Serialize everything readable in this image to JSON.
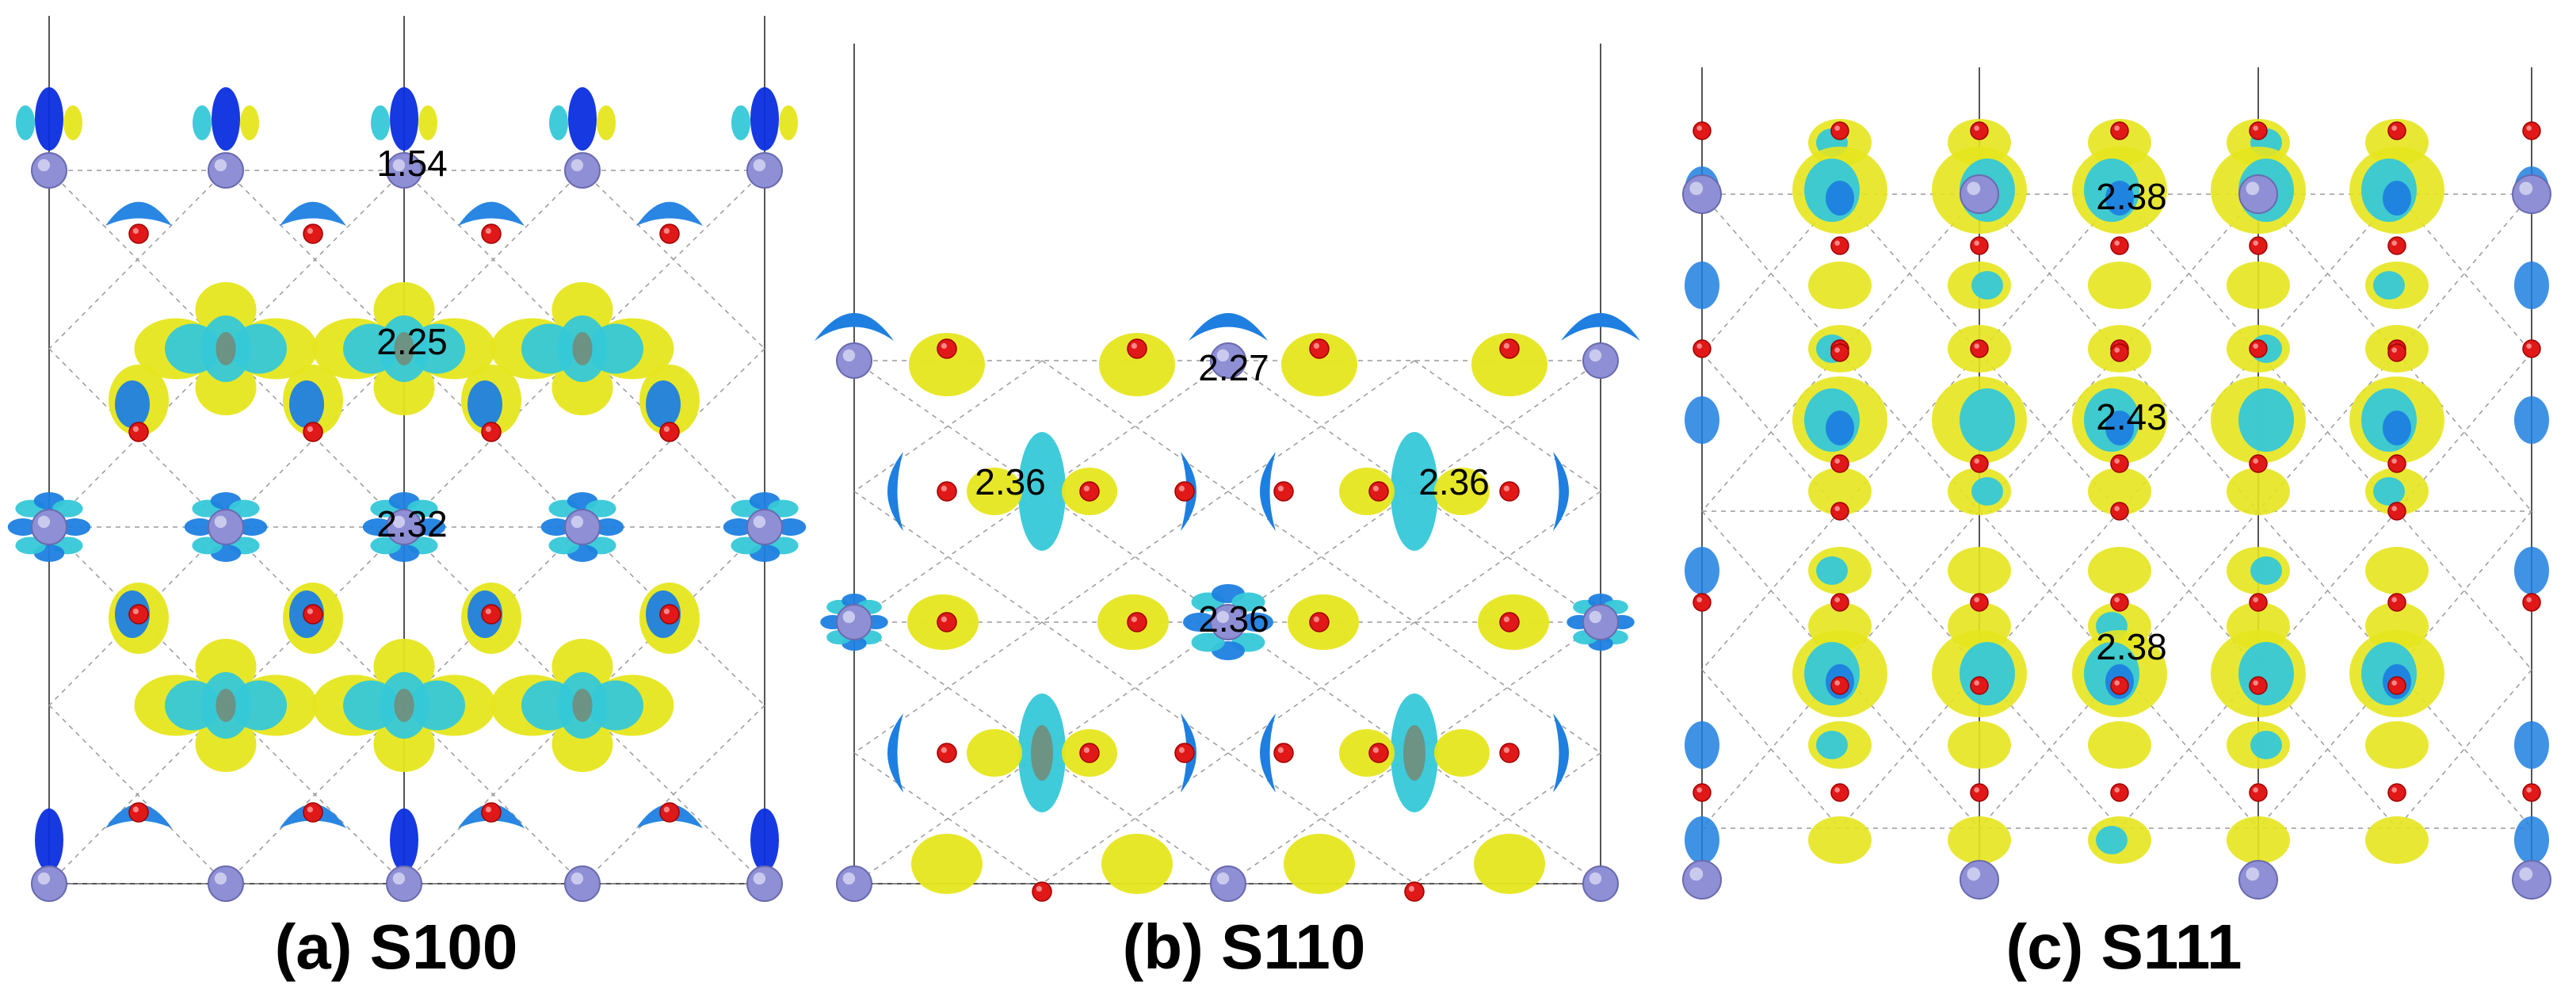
{
  "figure": {
    "panels": [
      {
        "caption": "(a) S100",
        "labels": [
          "1.54",
          "2.25",
          "2.32"
        ]
      },
      {
        "caption": "(b) S110",
        "labels": [
          "2.27",
          "2.36",
          "2.36",
          "2.36"
        ]
      },
      {
        "caption": "(c) S111",
        "labels": [
          "2.38",
          "2.43",
          "2.38"
        ]
      }
    ],
    "colors": {
      "metal_atom": "#8f8fd6",
      "oxygen_atom": "#e01818",
      "density_yellow": "#e6e61e",
      "density_cyan": "#35c8d8",
      "density_blue": "#1e7fe0",
      "density_dark_blue": "#0a2ee0",
      "cell_boundary": "#555555"
    }
  }
}
